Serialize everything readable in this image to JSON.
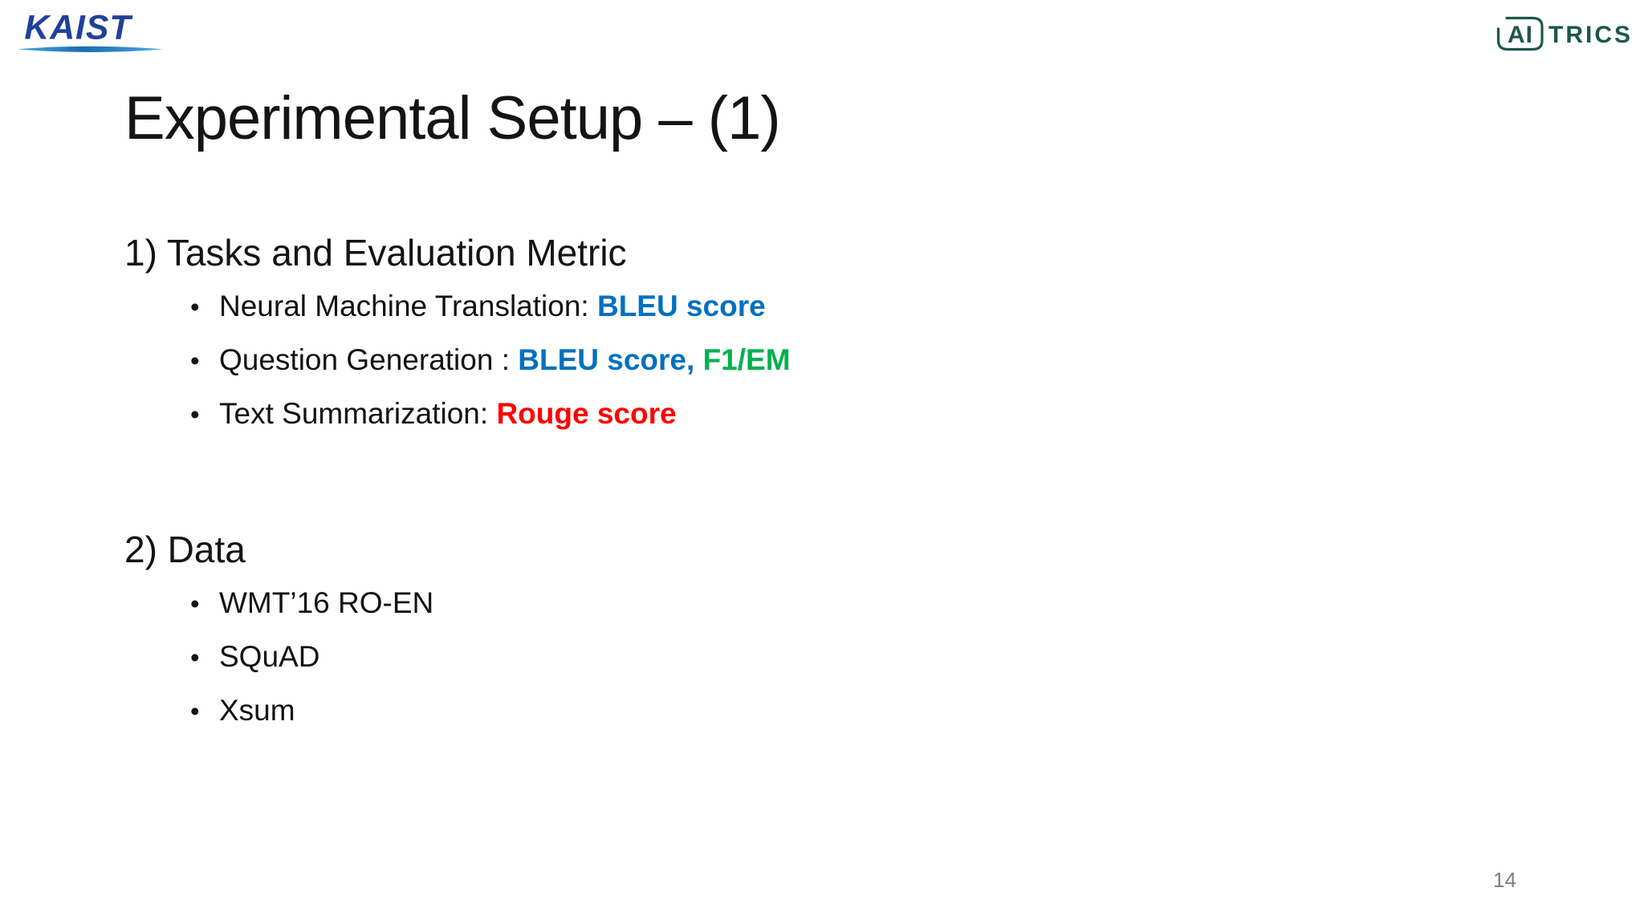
{
  "logos": {
    "kaist": {
      "text": "KAIST"
    },
    "aitrics": {
      "boxed_text": "AI",
      "suffix_text": "TRICS"
    }
  },
  "slide": {
    "title": "Experimental Setup – (1)",
    "bullet_char": "•",
    "sections": [
      {
        "heading": "1) Tasks and Evaluation Metric",
        "bullets": [
          {
            "segments": [
              {
                "text": "Neural Machine Translation: ",
                "style": "plain"
              },
              {
                "text": "BLEU score",
                "style": "blue-bold"
              }
            ]
          },
          {
            "segments": [
              {
                "text": "Question Generation : ",
                "style": "plain"
              },
              {
                "text": "BLEU score, ",
                "style": "blue-bold"
              },
              {
                "text": "F1/EM",
                "style": "green-bold"
              }
            ]
          },
          {
            "segments": [
              {
                "text": "Text Summarization: ",
                "style": "plain"
              },
              {
                "text": "Rouge score",
                "style": "red-bold"
              }
            ]
          }
        ]
      },
      {
        "heading": "2) Data",
        "bullets": [
          {
            "segments": [
              {
                "text": "WMT’16 RO-EN",
                "style": "plain"
              }
            ]
          },
          {
            "segments": [
              {
                "text": "SQuAD",
                "style": "plain"
              }
            ]
          },
          {
            "segments": [
              {
                "text": "Xsum",
                "style": "plain"
              }
            ]
          }
        ]
      }
    ],
    "page_number": "14"
  },
  "colors": {
    "accent_blue": "#0070C0",
    "accent_green": "#00B050",
    "accent_red": "#FF0000",
    "kaist_navy": "#21409A",
    "kaist_swoosh_light": "#47AADF",
    "kaist_swoosh_dark": "#1A6CB5",
    "aitrics_teal": "#1C584A",
    "page_number_gray": "#7F7F7F",
    "body_text": "#141414",
    "background": "#FEFEFE"
  }
}
